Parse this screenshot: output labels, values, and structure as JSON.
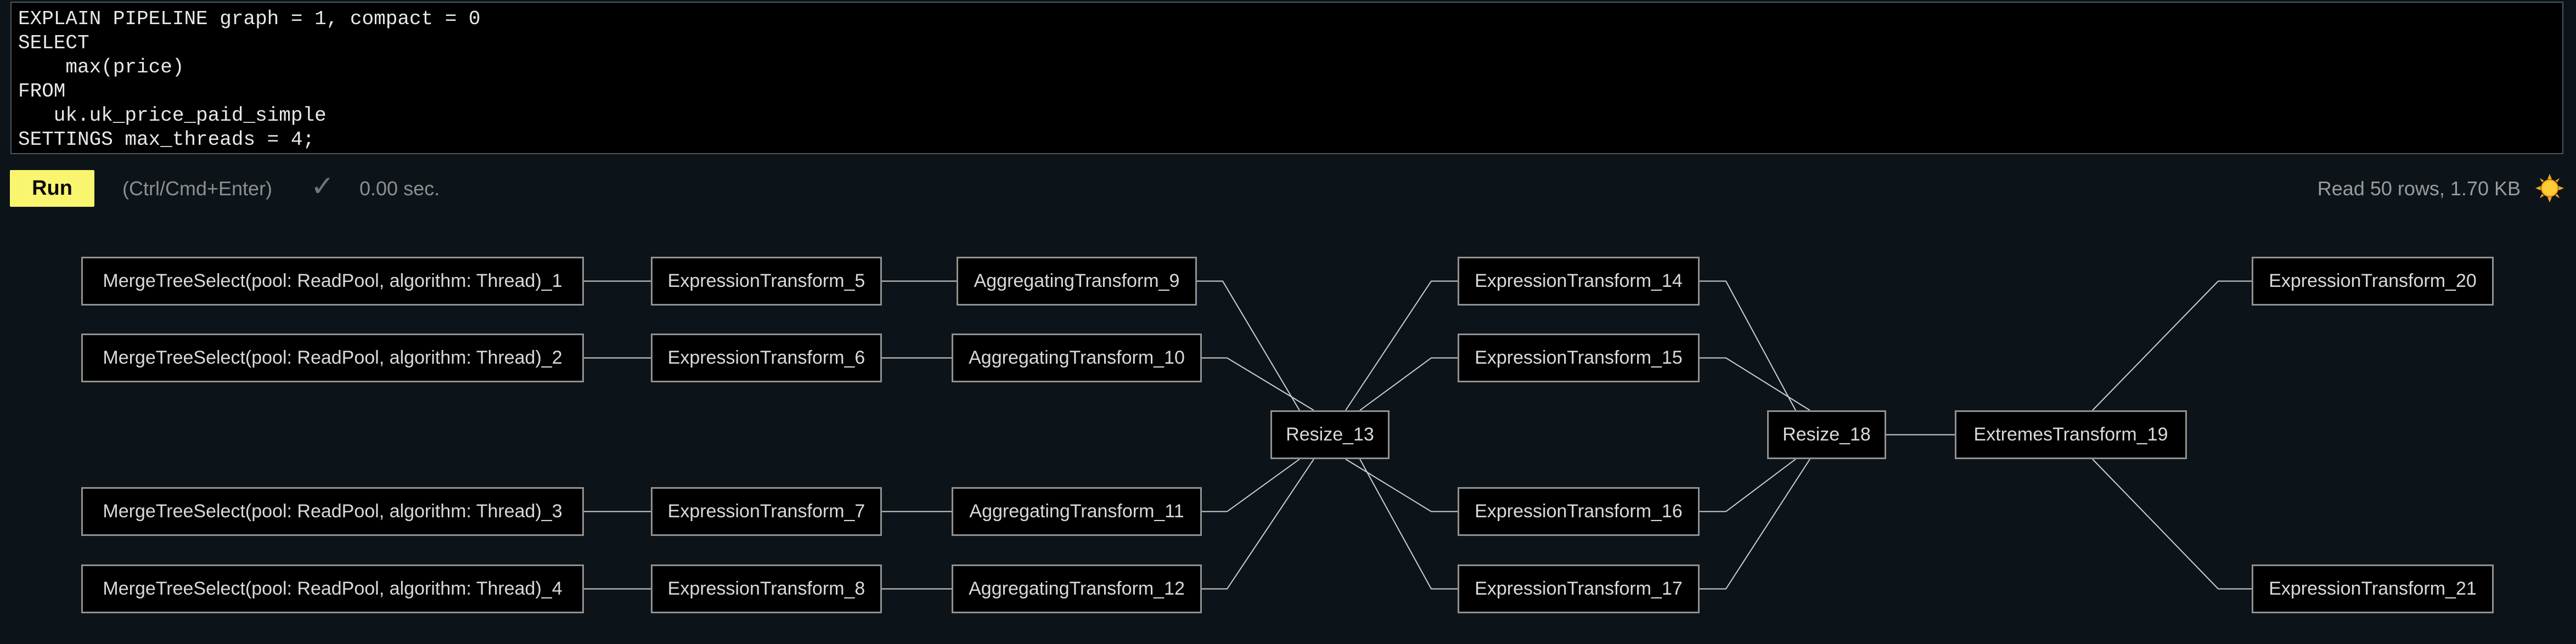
{
  "editor": {
    "sql": "EXPLAIN PIPELINE graph = 1, compact = 0\nSELECT\n    max(price)\nFROM\n   uk.uk_price_paid_simple\nSETTINGS max_threads = 4;"
  },
  "toolbar": {
    "run_label": "Run",
    "shortcut_hint": "(Ctrl/Cmd+Enter)",
    "status_check": "✓",
    "elapsed": "0.00 sec.",
    "read_stats": "Read 50 rows, 1.70 KB",
    "theme_icon": "sun-icon"
  },
  "colors": {
    "page_bg": "#0C141A",
    "editor_bg": "#000000",
    "editor_border": "#4A575F",
    "accent_yellow": "#FAF56E",
    "muted_text": "#8E8E8E",
    "node_bg": "#000000",
    "node_border": "#919191",
    "node_text": "#D9D9D9",
    "edge_line": "#CFCFCF",
    "sun_orange": "#F4A623",
    "sun_yellow": "#FFCC33"
  },
  "graph": {
    "nodes": [
      {
        "label": "MergeTreeSelect(pool: ReadPool, algorithm: Thread)_1"
      },
      {
        "label": "MergeTreeSelect(pool: ReadPool, algorithm: Thread)_2"
      },
      {
        "label": "MergeTreeSelect(pool: ReadPool, algorithm: Thread)_3"
      },
      {
        "label": "MergeTreeSelect(pool: ReadPool, algorithm: Thread)_4"
      },
      {
        "label": "ExpressionTransform_5"
      },
      {
        "label": "ExpressionTransform_6"
      },
      {
        "label": "ExpressionTransform_7"
      },
      {
        "label": "ExpressionTransform_8"
      },
      {
        "label": "AggregatingTransform_9"
      },
      {
        "label": "AggregatingTransform_10"
      },
      {
        "label": "AggregatingTransform_11"
      },
      {
        "label": "AggregatingTransform_12"
      },
      {
        "label": "Resize_13"
      },
      {
        "label": "ExpressionTransform_14"
      },
      {
        "label": "ExpressionTransform_15"
      },
      {
        "label": "ExpressionTransform_16"
      },
      {
        "label": "ExpressionTransform_17"
      },
      {
        "label": "Resize_18"
      },
      {
        "label": "ExtremesTransform_19"
      },
      {
        "label": "ExpressionTransform_20"
      },
      {
        "label": "ExpressionTransform_21"
      }
    ]
  }
}
